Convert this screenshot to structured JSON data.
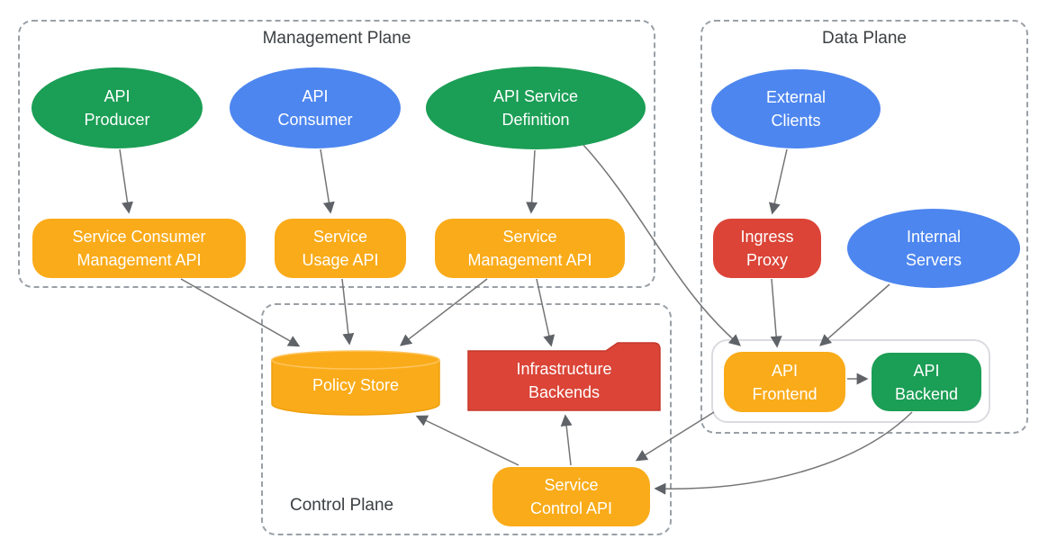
{
  "colors": {
    "green": "#1B9E55",
    "blue": "#4D86EF",
    "orange": "#FAAB19",
    "red": "#DB4437",
    "edge_line": "#757575",
    "arrowhead": "#5F6368",
    "dashed_border": "#9AA0A6",
    "inner_box_border": "#DADCE0",
    "plane_title_text": "#3C4043",
    "node_text": "#FFFFFF"
  },
  "planes": {
    "management": {
      "label": "Management Plane"
    },
    "data": {
      "label": "Data Plane"
    },
    "control": {
      "label": "Control Plane"
    }
  },
  "nodes": {
    "api_producer": {
      "label": "API\nProducer",
      "shape": "ellipse",
      "color": "green"
    },
    "api_consumer": {
      "label": "API\nConsumer",
      "shape": "ellipse",
      "color": "blue"
    },
    "api_service_definition": {
      "label": "API Service\nDefinition",
      "shape": "ellipse",
      "color": "green"
    },
    "service_consumer_management_api": {
      "label": "Service Consumer\nManagement API",
      "shape": "rounded-rect",
      "color": "orange"
    },
    "service_usage_api": {
      "label": "Service\nUsage API",
      "shape": "rounded-rect",
      "color": "orange"
    },
    "service_management_api": {
      "label": "Service\nManagement API",
      "shape": "rounded-rect",
      "color": "orange"
    },
    "external_clients": {
      "label": "External\nClients",
      "shape": "ellipse",
      "color": "blue"
    },
    "ingress_proxy": {
      "label": "Ingress\nProxy",
      "shape": "rounded-rect",
      "color": "red"
    },
    "internal_servers": {
      "label": "Internal\nServers",
      "shape": "ellipse",
      "color": "blue"
    },
    "api_frontend": {
      "label": "API\nFrontend",
      "shape": "rounded-rect",
      "color": "orange"
    },
    "api_backend": {
      "label": "API\nBackend",
      "shape": "rounded-rect",
      "color": "green"
    },
    "policy_store": {
      "label": "Policy Store",
      "shape": "cylinder",
      "color": "orange"
    },
    "infrastructure_backends": {
      "label": "Infrastructure\nBackends",
      "shape": "folder",
      "color": "red"
    },
    "service_control_api": {
      "label": "Service\nControl API",
      "shape": "rounded-rect",
      "color": "orange"
    }
  },
  "edges": [
    {
      "from": "api_producer",
      "to": "service_consumer_management_api"
    },
    {
      "from": "api_consumer",
      "to": "service_usage_api"
    },
    {
      "from": "api_service_definition",
      "to": "service_management_api"
    },
    {
      "from": "api_service_definition",
      "to": "api_frontend"
    },
    {
      "from": "service_consumer_management_api",
      "to": "policy_store"
    },
    {
      "from": "service_usage_api",
      "to": "policy_store"
    },
    {
      "from": "service_management_api",
      "to": "policy_store"
    },
    {
      "from": "service_management_api",
      "to": "infrastructure_backends"
    },
    {
      "from": "external_clients",
      "to": "ingress_proxy"
    },
    {
      "from": "ingress_proxy",
      "to": "api_frontend"
    },
    {
      "from": "internal_servers",
      "to": "api_frontend"
    },
    {
      "from": "api_frontend",
      "to": "api_backend"
    },
    {
      "from": "api_frontend",
      "to": "service_control_api"
    },
    {
      "from": "api_backend",
      "to": "service_control_api"
    },
    {
      "from": "service_control_api",
      "to": "policy_store"
    },
    {
      "from": "service_control_api",
      "to": "infrastructure_backends"
    }
  ]
}
